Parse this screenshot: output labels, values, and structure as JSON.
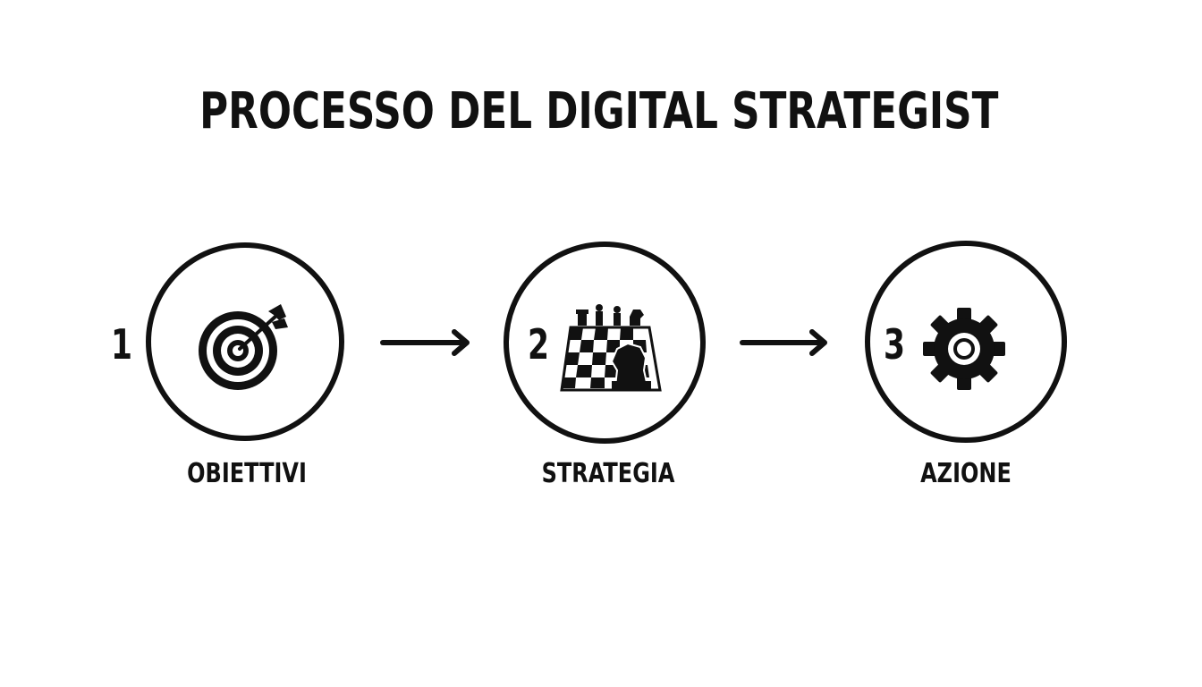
{
  "title": "PROCESSO DEL DIGITAL STRATEGIST",
  "steps": [
    {
      "number": "1",
      "label": "OBIETTIVI",
      "icon": "target-icon"
    },
    {
      "number": "2",
      "label": "STRATEGIA",
      "icon": "chessboard-icon"
    },
    {
      "number": "3",
      "label": "AZIONE",
      "icon": "gear-icon"
    }
  ],
  "colors": {
    "ink": "#111111",
    "background": "#ffffff"
  }
}
